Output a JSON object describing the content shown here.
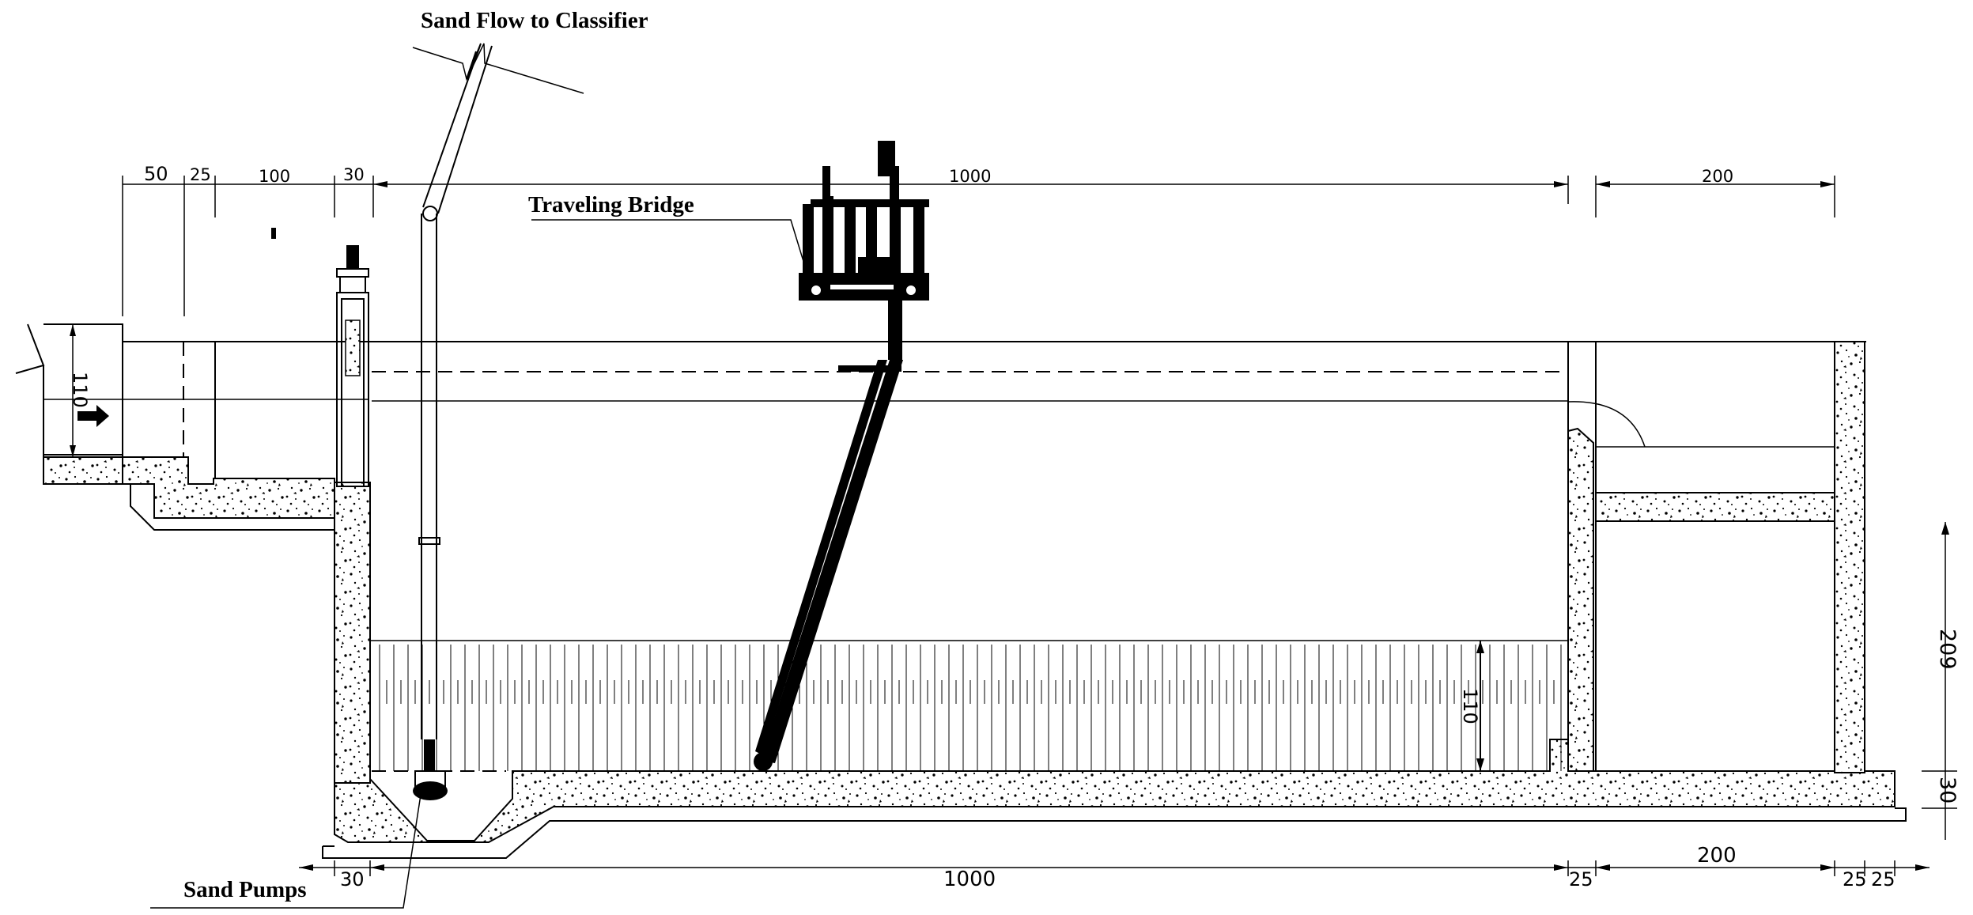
{
  "labels": {
    "sand_flow": "Sand Flow to Classifier",
    "traveling_bridge": "Traveling Bridge",
    "sand_pumps": "Sand Pumps"
  },
  "dimensions": {
    "top_50": "50",
    "top_25": "25",
    "top_100": "100",
    "top_30": "30",
    "top_1000": "1000",
    "top_200": "200",
    "left_110": "110",
    "mid_110": "110",
    "right_209": "209",
    "right_30": "30",
    "bottom_30": "30",
    "bottom_1000": "1000",
    "bottom_25a": "25",
    "bottom_200": "200",
    "bottom_25b": "25",
    "bottom_25c": "25"
  }
}
